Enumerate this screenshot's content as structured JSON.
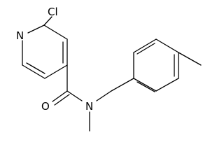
{
  "molecule": {
    "atom_labels": {
      "chlorine": "Cl",
      "pyridine_nitrogen": "N",
      "amide_nitrogen": "N",
      "carbonyl_oxygen": "O"
    }
  }
}
